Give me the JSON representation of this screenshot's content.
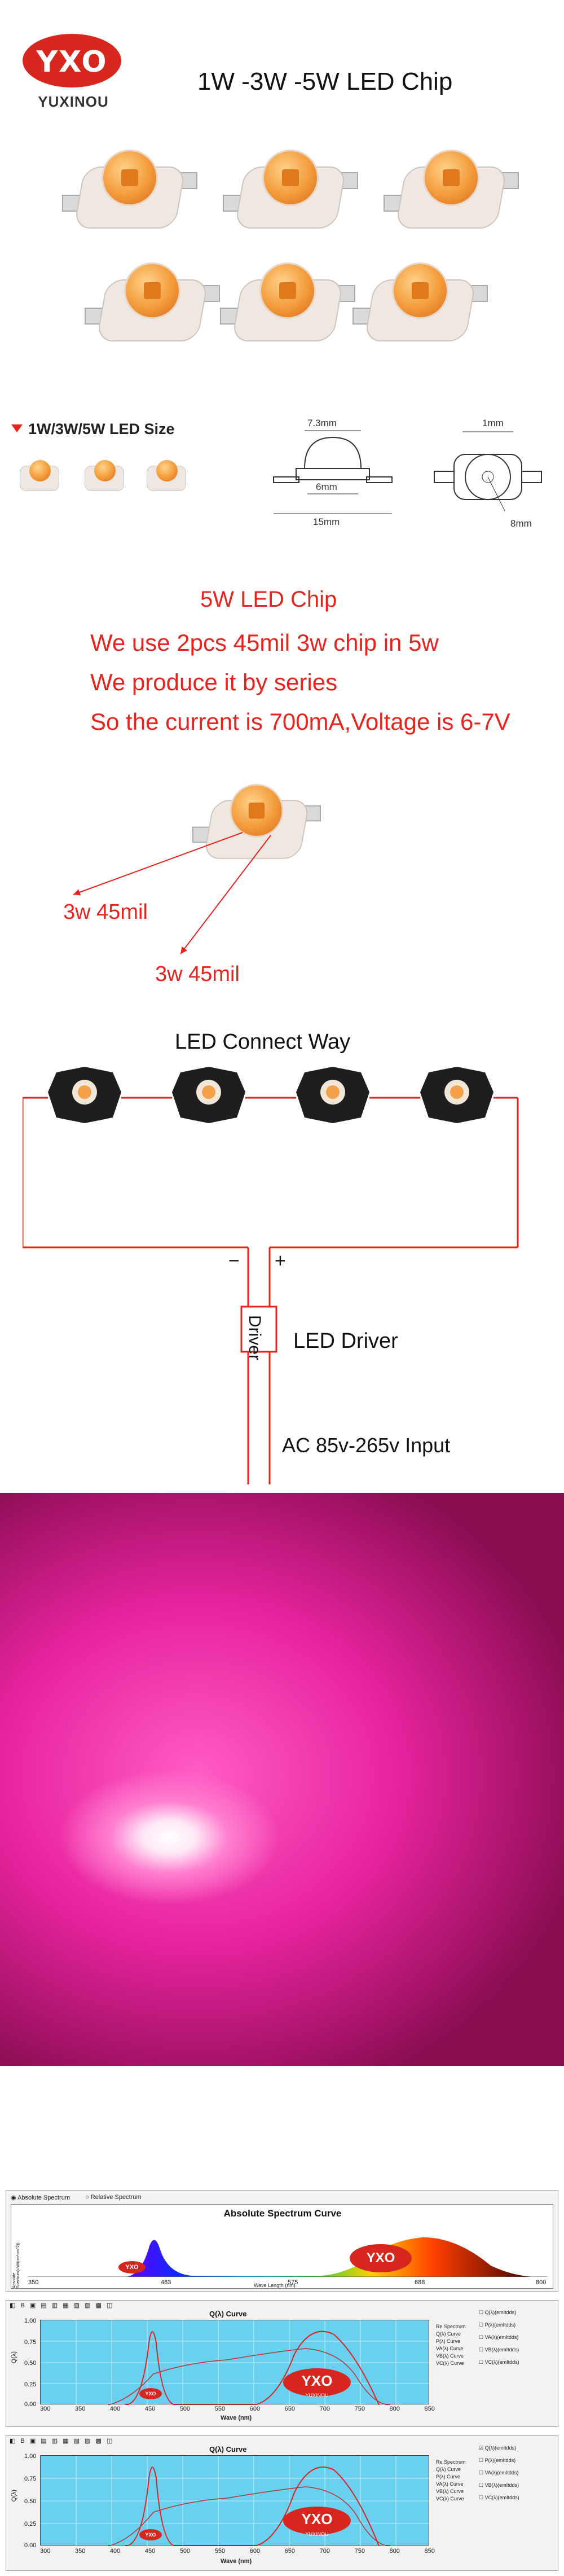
{
  "header": {
    "logo_text": "YXO",
    "brand": "YUXINOU",
    "title": "1W -3W -5W LED Chip"
  },
  "size": {
    "title": "1W/3W/5W LED Size",
    "dims": {
      "top_width": "7.3mm",
      "inner_width": "6mm",
      "total_width": "15mm",
      "top_view": "1mm",
      "diameter": "8mm"
    }
  },
  "info": {
    "lines": [
      "5W LED Chip",
      "We use 2pcs 45mil 3w chip in 5w",
      "We produce it by series",
      "So the current is 700mA,Voltage is 6-7V"
    ]
  },
  "chip_callouts": [
    "3w 45mil",
    "3w 45mil"
  ],
  "connect": {
    "title": "LED Connect Way",
    "minus": "−",
    "plus": "+",
    "driver_box": "Driver",
    "driver_label": "LED Driver",
    "input_label": "AC 85v-265v Input"
  },
  "spectrum": {
    "radio_abs": "Absolute Spectrum",
    "radio_rel": "Relative Spectrum",
    "abs_title": "Absolute Spectrum Curve",
    "abs_xlabel": "Wave Length (nm)",
    "abs_yaxis": "Absolute Spectrum(uW/(nm*cm^2))",
    "abs_ticks": [
      "350",
      "463",
      "575",
      "688",
      "800"
    ],
    "q_title": "Q(λ) Curve",
    "q_xlabel": "Wave (nm)",
    "q_ylabel": "Q(λ)",
    "q_xticks": [
      "300",
      "350",
      "400",
      "450",
      "500",
      "550",
      "600",
      "650",
      "700",
      "750",
      "800",
      "850"
    ],
    "q_yticks": [
      "1.00",
      "0.75",
      "0.50",
      "0.25",
      "0.00"
    ],
    "q_legend": [
      "Re.Spectrum",
      "Q(λ) Curve",
      "P(λ) Curve",
      "VA(λ) Curve",
      "VB(λ) Curve",
      "VC(λ) Curve"
    ],
    "q_checks_1": [
      "Q(λ)(emItdds)",
      "P(λ)(emItdds)",
      "VA(λ)(emItdds)",
      "VB(λ)(emItdds)",
      "VC(λ)(emItdds)"
    ],
    "q_checks_2": [
      "Q(λ)(emItdds)",
      "P(λ)(emItdds)",
      "VA(λ)(emItdds)",
      "VB(λ)(emItdds)",
      "VC(λ)(emItdds)"
    ],
    "watermark": "YXO",
    "watermark_brand": "YUXINOU"
  },
  "colors": {
    "accent_red": "#e8231e",
    "pink": "#ff4fbf",
    "plot_cyan": "#6ad0ef"
  }
}
